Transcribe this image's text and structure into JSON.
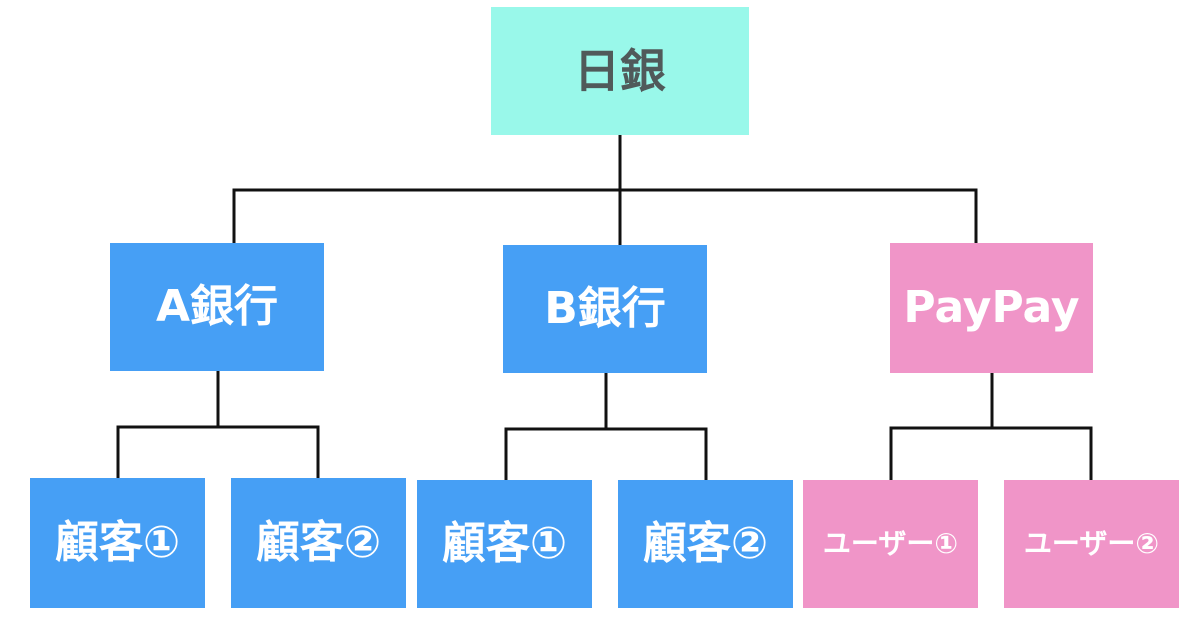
{
  "root": {
    "label": "日銀"
  },
  "institutions": [
    {
      "label": "A銀行",
      "children": [
        "顧客①",
        "顧客②"
      ]
    },
    {
      "label": "B銀行",
      "children": [
        "顧客①",
        "顧客②"
      ]
    },
    {
      "label": "PayPay",
      "children": [
        "ユーザー①",
        "ユーザー②"
      ]
    }
  ],
  "colors": {
    "root_fill": "#99f8ea",
    "bank_fill": "#469ff5",
    "paypay_fill": "#f095c8",
    "connector": "#111111"
  }
}
